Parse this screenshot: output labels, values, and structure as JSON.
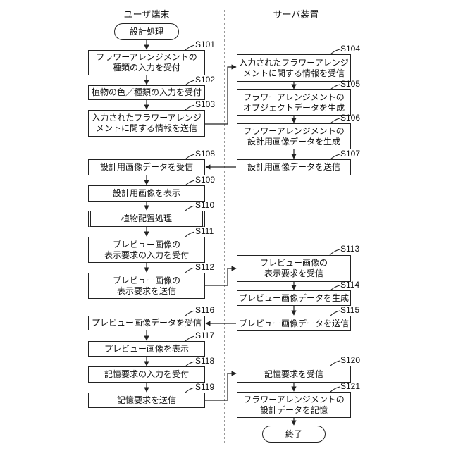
{
  "lanes": {
    "left": "ユーザ端末",
    "right": "サーバ装置"
  },
  "terminals": {
    "start": "設計処理",
    "end": "終了"
  },
  "steps": {
    "s101": {
      "label": "S101",
      "text": "フラワーアレンジメントの\n種類の入力を受付"
    },
    "s102": {
      "label": "S102",
      "text": "植物の色／種類の入力を受付"
    },
    "s103": {
      "label": "S103",
      "text": "入力されたフラワーアレンジ\nメントに関する情報を送信"
    },
    "s104": {
      "label": "S104",
      "text": "入力されたフラワーアレンジ\nメントに関する情報を受信"
    },
    "s105": {
      "label": "S105",
      "text": "フラワーアレンジメントの\nオブジェクトデータを生成"
    },
    "s106": {
      "label": "S106",
      "text": "フラワーアレンジメントの\n設計用画像データを生成"
    },
    "s107": {
      "label": "S107",
      "text": "設計用画像データを送信"
    },
    "s108": {
      "label": "S108",
      "text": "設計用画像データを受信"
    },
    "s109": {
      "label": "S109",
      "text": "設計用画像を表示"
    },
    "s110": {
      "label": "S110",
      "text": "植物配置処理"
    },
    "s111": {
      "label": "S111",
      "text": "プレビュー画像の\n表示要求の入力を受付"
    },
    "s112": {
      "label": "S112",
      "text": "プレビュー画像の\n表示要求を送信"
    },
    "s113": {
      "label": "S113",
      "text": "プレビュー画像の\n表示要求を受信"
    },
    "s114": {
      "label": "S114",
      "text": "プレビュー画像データを生成"
    },
    "s115": {
      "label": "S115",
      "text": "プレビュー画像データを送信"
    },
    "s116": {
      "label": "S116",
      "text": "プレビュー画像データを受信"
    },
    "s117": {
      "label": "S117",
      "text": "プレビュー画像を表示"
    },
    "s118": {
      "label": "S118",
      "text": "記憶要求の入力を受付"
    },
    "s119": {
      "label": "S119",
      "text": "記憶要求を送信"
    },
    "s120": {
      "label": "S120",
      "text": "記憶要求を受信"
    },
    "s121": {
      "label": "S121",
      "text": "フラワーアレンジメントの\n設計データを記憶"
    }
  }
}
